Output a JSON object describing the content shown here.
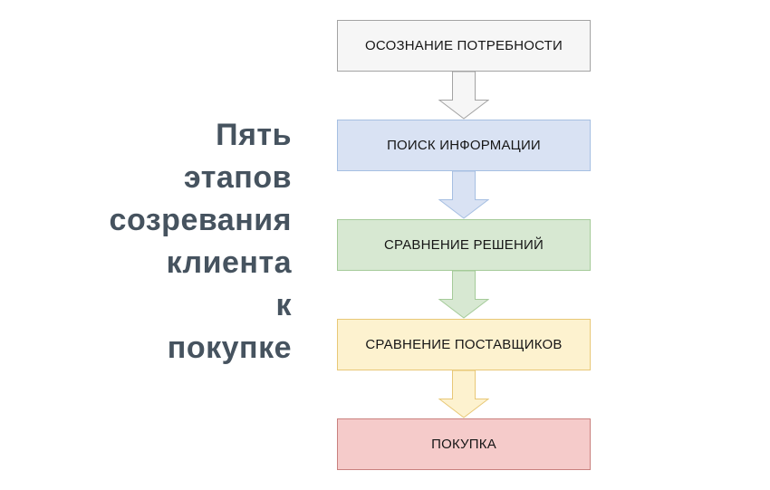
{
  "title": {
    "text": "Пять\nэтапов\nсозревания\nклиента\nк\nпокупке",
    "color": "#46535f"
  },
  "flow": {
    "steps": [
      {
        "label": "ОСОЗНАНИЕ ПОТРЕБНОСТИ",
        "fill": "#f6f6f6",
        "stroke": "#a3a3a3"
      },
      {
        "label": "ПОИСК ИНФОРМАЦИИ",
        "fill": "#d9e2f3",
        "stroke": "#a6bfe2"
      },
      {
        "label": "СРАВНЕНИЕ РЕШЕНИЙ",
        "fill": "#d7e8d2",
        "stroke": "#a5cb99"
      },
      {
        "label": "СРАВНЕНИЕ ПОСТАВЩИКОВ",
        "fill": "#fdf2cf",
        "stroke": "#e8c877"
      },
      {
        "label": "ПОКУПКА",
        "fill": "#f5cbca",
        "stroke": "#c9807e"
      }
    ]
  }
}
